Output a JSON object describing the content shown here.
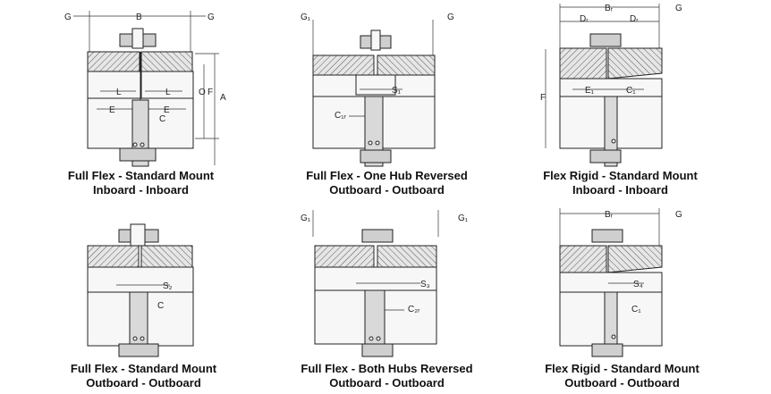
{
  "panels": [
    {
      "id": "ff-std-ib",
      "caption_line1": "Full Flex - Standard Mount",
      "caption_line2": "Inboard - Inboard",
      "dims": {
        "g_left": "G",
        "b": "B",
        "g_right": "G",
        "a": "A",
        "o": "O",
        "f": "F",
        "l_left": "L",
        "l_right": "L",
        "e_left": "E",
        "e_right": "E",
        "c": "C"
      }
    },
    {
      "id": "ff-1hub-ob",
      "caption_line1": "Full Flex - One Hub Reversed",
      "caption_line2": "Outboard - Outboard",
      "dims": {
        "g1": "G₁",
        "g": "G",
        "s1": "S₁",
        "c1r": "C₁ᵣ"
      }
    },
    {
      "id": "fr-std-ib",
      "caption_line1": "Flex Rigid - Standard Mount",
      "caption_line2": "Inboard - Inboard",
      "dims": {
        "br": "Bᵣ",
        "dr_left": "Dᵣ",
        "dr_right": "Dᵣ",
        "g": "G",
        "f": "F",
        "e1": "E₁",
        "c1": "C₁"
      }
    },
    {
      "id": "ff-std-ob",
      "caption_line1": "Full Flex - Standard Mount",
      "caption_line2": "Outboard - Outboard",
      "dims": {
        "s2": "S₂",
        "c": "C"
      }
    },
    {
      "id": "ff-both-ob",
      "caption_line1": "Full Flex - Both Hubs Reversed",
      "caption_line2": "Outboard - Outboard",
      "dims": {
        "g1_left": "G₁",
        "g1_right": "G₁",
        "s3": "S₃",
        "c2r": "C₂ᵣ"
      }
    },
    {
      "id": "fr-std-ob",
      "caption_line1": "Flex Rigid - Standard Mount",
      "caption_line2": "Outboard - Outboard",
      "dims": {
        "br": "Bᵣ",
        "g": "G",
        "s4": "S₄",
        "c1": "C₁"
      }
    }
  ]
}
